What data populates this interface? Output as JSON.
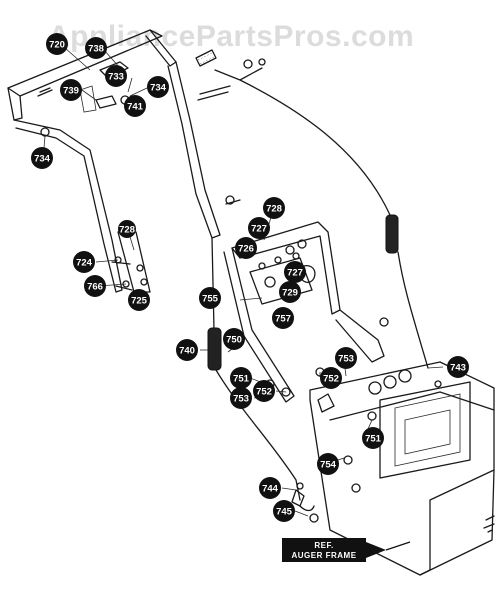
{
  "watermark": "AppliancePartsPros.com",
  "callouts": [
    {
      "name": "callout-720",
      "label": "720"
    },
    {
      "name": "callout-738",
      "label": "738"
    },
    {
      "name": "callout-733",
      "label": "733"
    },
    {
      "name": "callout-734-top",
      "label": "734"
    },
    {
      "name": "callout-739",
      "label": "739"
    },
    {
      "name": "callout-741",
      "label": "741"
    },
    {
      "name": "callout-734-left",
      "label": "734"
    },
    {
      "name": "callout-728-upper",
      "label": "728"
    },
    {
      "name": "callout-727-upper",
      "label": "727"
    },
    {
      "name": "callout-726",
      "label": "726"
    },
    {
      "name": "callout-728-left",
      "label": "728"
    },
    {
      "name": "callout-724",
      "label": "724"
    },
    {
      "name": "callout-727-lower",
      "label": "727"
    },
    {
      "name": "callout-766",
      "label": "766"
    },
    {
      "name": "callout-725",
      "label": "725"
    },
    {
      "name": "callout-729",
      "label": "729"
    },
    {
      "name": "callout-755",
      "label": "755"
    },
    {
      "name": "callout-757",
      "label": "757"
    },
    {
      "name": "callout-750",
      "label": "750"
    },
    {
      "name": "callout-740",
      "label": "740"
    },
    {
      "name": "callout-753-right",
      "label": "753"
    },
    {
      "name": "callout-743",
      "label": "743"
    },
    {
      "name": "callout-751-left",
      "label": "751"
    },
    {
      "name": "callout-752-right",
      "label": "752"
    },
    {
      "name": "callout-752-left",
      "label": "752"
    },
    {
      "name": "callout-753-left",
      "label": "753"
    },
    {
      "name": "callout-751-right",
      "label": "751"
    },
    {
      "name": "callout-754",
      "label": "754"
    },
    {
      "name": "callout-744",
      "label": "744"
    },
    {
      "name": "callout-745",
      "label": "745"
    }
  ],
  "reference_label": {
    "line1": "REF.",
    "line2": "AUGER FRAME"
  }
}
